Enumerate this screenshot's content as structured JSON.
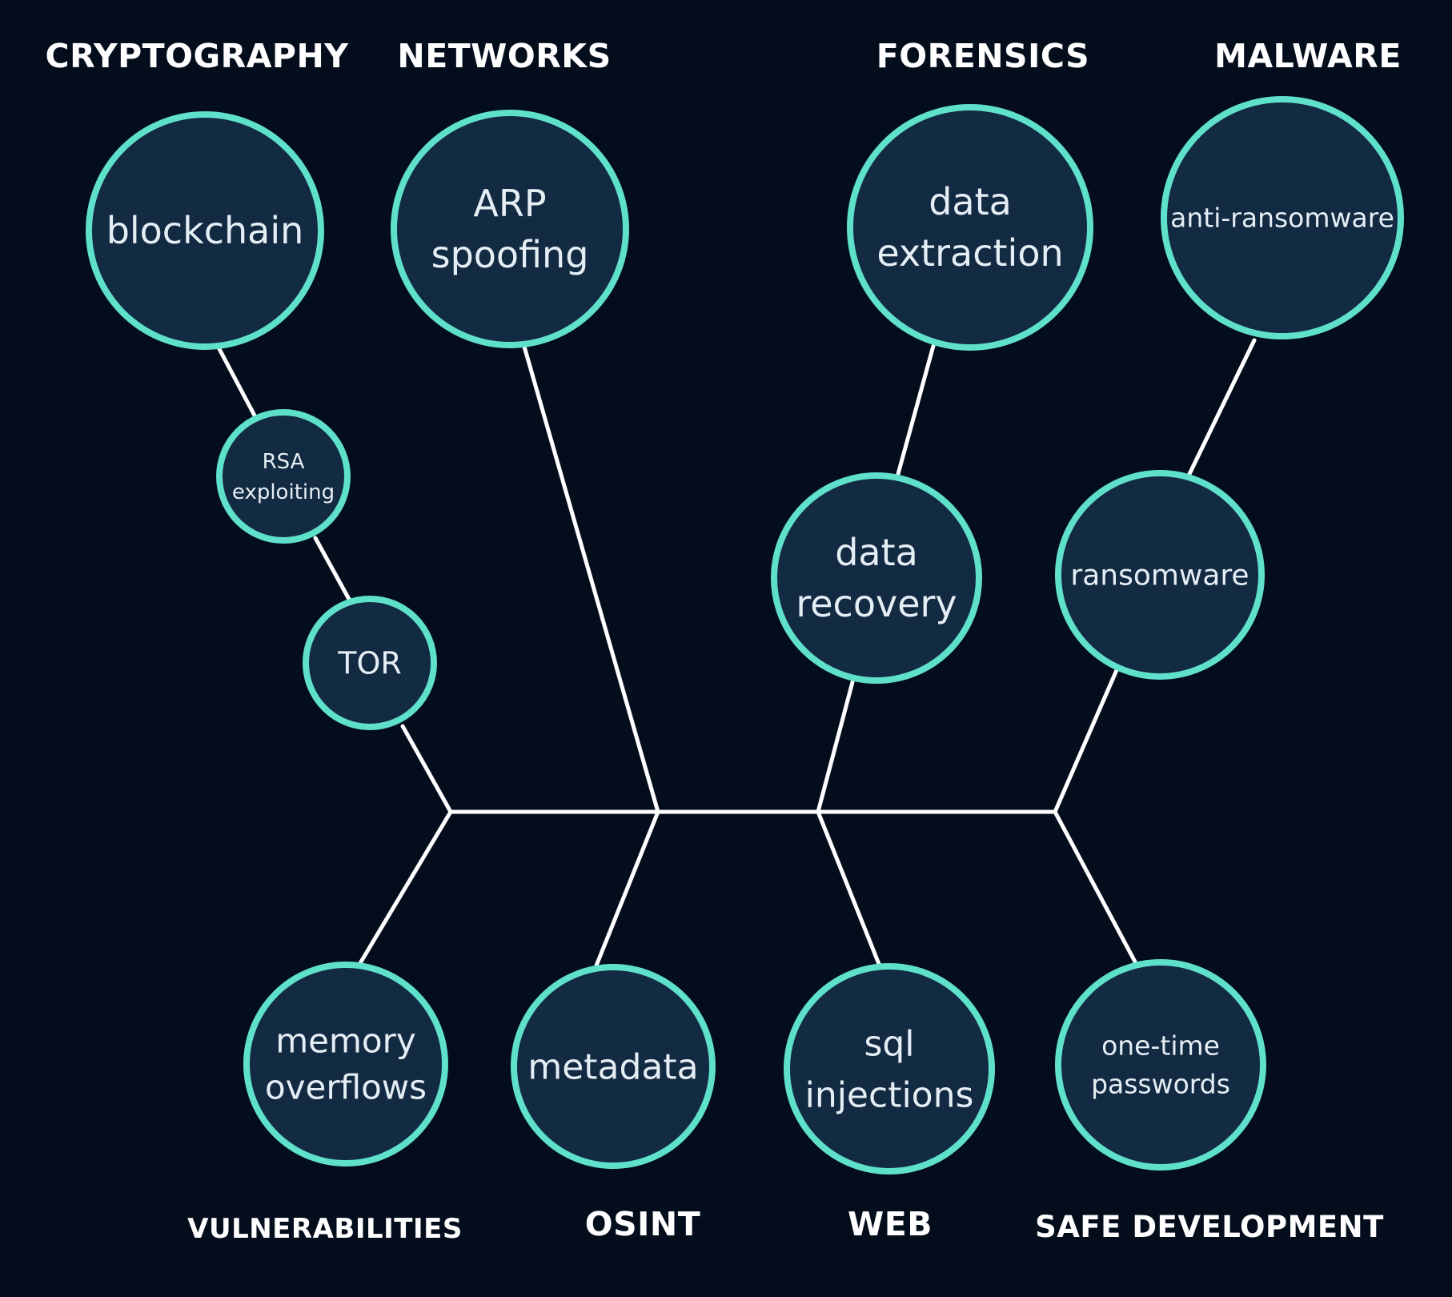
{
  "categories": {
    "cryptography": "CRYPTOGRAPHY",
    "networks": "NETWORKS",
    "forensics": "FORENSICS",
    "malware": "MALWARE",
    "vulnerabilities": "VULNERABILITIES",
    "osint": "OSINT",
    "web": "WEB",
    "safe_development": "SAFE DEVELOPMENT"
  },
  "nodes": {
    "blockchain": [
      "blockchain"
    ],
    "rsa": [
      "RSA",
      "exploiting"
    ],
    "tor": [
      "TOR"
    ],
    "arp": [
      "ARP",
      "spoofing"
    ],
    "data_extraction": [
      "data",
      "extraction"
    ],
    "data_recovery": [
      "data",
      "recovery"
    ],
    "anti_ransomware": [
      "anti-ransomware"
    ],
    "ransomware": [
      "ransomware"
    ],
    "memory": [
      "memory",
      "overflows"
    ],
    "metadata": [
      "metadata"
    ],
    "sql": [
      "sql",
      "injections"
    ],
    "otp": [
      "one-time",
      "passwords"
    ]
  },
  "colors": {
    "background": "#040d1c",
    "node_fill": "#122a42",
    "node_stroke": "#5fe0cb",
    "line": "#ffffff",
    "text": "#e6eef5"
  }
}
